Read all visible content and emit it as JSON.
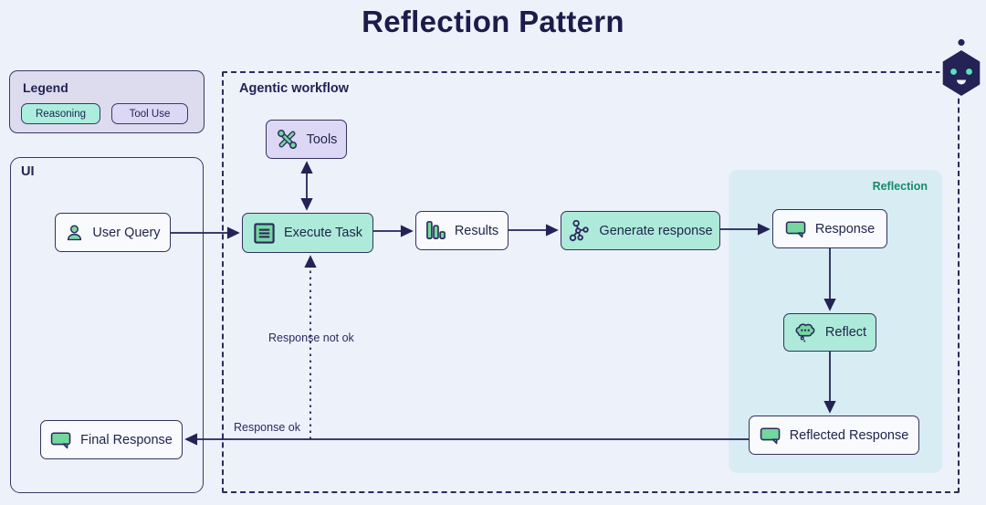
{
  "title": "Reflection Pattern",
  "legend": {
    "title": "Legend",
    "reasoning_label": "Reasoning",
    "tool_use_label": "Tool Use"
  },
  "ui_panel": {
    "title": "UI",
    "user_query_label": "User Query",
    "final_response_label": "Final Response"
  },
  "workflow": {
    "title": "Agentic workflow",
    "tools_label": "Tools",
    "execute_task_label": "Execute Task",
    "results_label": "Results",
    "generate_response_label": "Generate response",
    "response_label": "Response",
    "reflect_label": "Reflect",
    "reflected_response_label": "Reflected Response",
    "reflection_title": "Reflection",
    "response_ok_label": "Response ok",
    "response_not_ok_label": "Response not ok"
  },
  "icons": {
    "user_query": "person-icon",
    "final_response": "chat-bubble-icon",
    "tools": "crossed-tools-icon",
    "execute_task": "task-list-icon",
    "results": "bar-chart-icon",
    "generate_response": "network-nodes-icon",
    "response": "chat-bubble-icon",
    "reflect": "thought-bubble-icon",
    "reflected_response": "chat-bubble-icon",
    "corner": "robot-icon"
  },
  "colors": {
    "background": "#edf1fa",
    "line_navy": "#232355",
    "border_navy": "#33325e",
    "title_navy": "#1e1b4b",
    "teal_node_fill": "#aeead9",
    "lavender_node_fill": "#dcd7f5",
    "legend_panel_fill": "#dcdcee",
    "white_node_fill": "#f8fafd",
    "reflection_area_fill": "#d8ecf4",
    "reflection_title_green": "#168a68",
    "icon_green": "#74d79e"
  }
}
